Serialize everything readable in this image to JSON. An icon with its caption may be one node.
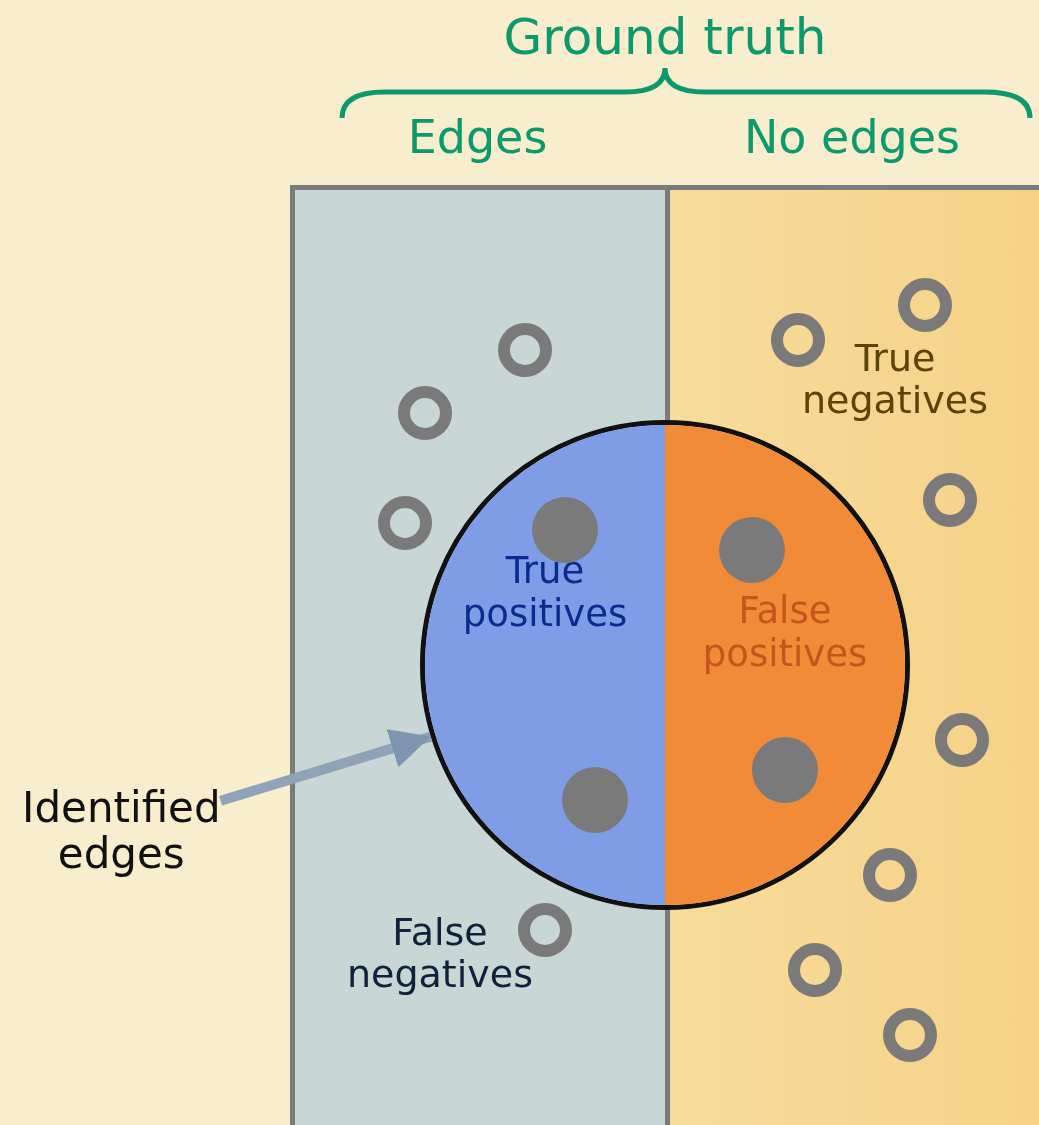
{
  "diagram": {
    "nodes": [
      {
        "text": [],
        "shape": "circle"
      },
      {
        "text": [
          "True positives"
        ],
        "in": 0
      },
      {
        "text": [
          "False positives"
        ],
        "in": 0
      },
      {
        "text": [
          "Identified edges"
        ]
      }
    ],
    "edges": [
      {
        "from": 3,
        "to": 0,
        "arrow": "to"
      }
    ],
    "labels": [
      "Ground truth",
      "Edges",
      "No edges",
      "True negatives",
      "False negatives"
    ]
  }
}
